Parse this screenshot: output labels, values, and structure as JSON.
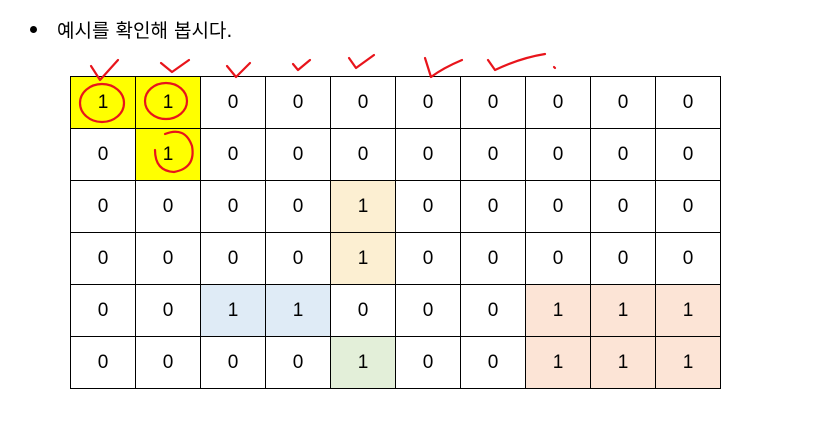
{
  "heading": "예시를 확인해 봅시다.",
  "grid": {
    "rows": [
      [
        "1",
        "1",
        "0",
        "0",
        "0",
        "0",
        "0",
        "0",
        "0",
        "0"
      ],
      [
        "0",
        "1",
        "0",
        "0",
        "0",
        "0",
        "0",
        "0",
        "0",
        "0"
      ],
      [
        "0",
        "0",
        "0",
        "0",
        "1",
        "0",
        "0",
        "0",
        "0",
        "0"
      ],
      [
        "0",
        "0",
        "0",
        "0",
        "1",
        "0",
        "0",
        "0",
        "0",
        "0"
      ],
      [
        "0",
        "0",
        "1",
        "1",
        "0",
        "0",
        "0",
        "1",
        "1",
        "1"
      ],
      [
        "0",
        "0",
        "0",
        "0",
        "1",
        "0",
        "0",
        "1",
        "1",
        "1"
      ]
    ],
    "highlights": [
      {
        "color": "#ffff00",
        "cells": [
          [
            0,
            0
          ],
          [
            0,
            1
          ],
          [
            1,
            1
          ]
        ]
      },
      {
        "color": "#fcefd2",
        "cells": [
          [
            2,
            4
          ],
          [
            3,
            4
          ]
        ]
      },
      {
        "color": "#dfebf6",
        "cells": [
          [
            4,
            2
          ],
          [
            4,
            3
          ]
        ]
      },
      {
        "color": "#fce4d6",
        "cells": [
          [
            4,
            7
          ],
          [
            4,
            8
          ],
          [
            4,
            9
          ],
          [
            5,
            7
          ],
          [
            5,
            8
          ],
          [
            5,
            9
          ]
        ]
      },
      {
        "color": "#e3efd9",
        "cells": [
          [
            5,
            4
          ]
        ]
      }
    ]
  },
  "annotation_color": "#e8141b"
}
